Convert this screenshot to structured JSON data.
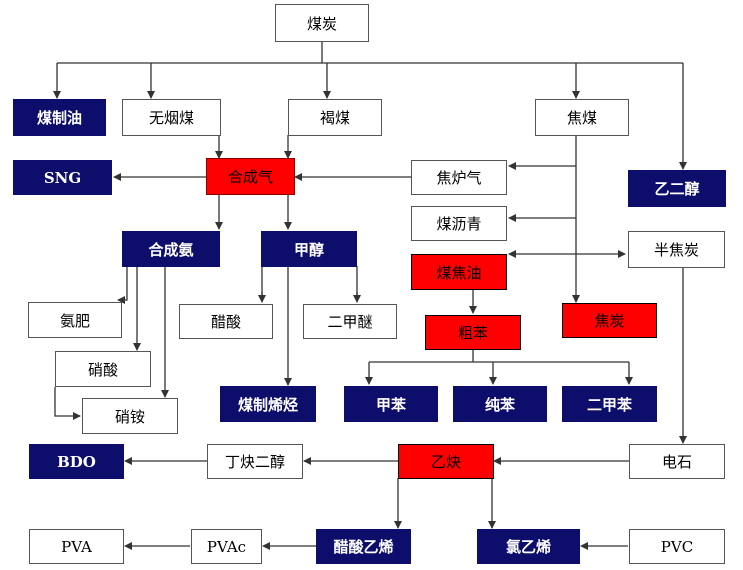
{
  "nodes": {
    "coal": "煤炭",
    "coal_to_oil": "煤制油",
    "anthracite": "无烟煤",
    "lignite": "褐煤",
    "coking_coal": "焦煤",
    "sng": "SNG",
    "syngas": "合成气",
    "coke_oven_gas": "焦炉气",
    "ethylene_glycol": "乙二醇",
    "coal_tar_pitch": "煤沥青",
    "synthetic_ammonia": "合成氨",
    "methanol": "甲醇",
    "coal_tar": "煤焦油",
    "semi_coke": "半焦炭",
    "ammonia_fertilizer": "氨肥",
    "acetic_acid": "醋酸",
    "dimethyl_ether": "二甲醚",
    "crude_benzene": "粗苯",
    "coke": "焦炭",
    "nitric_acid": "硝酸",
    "coal_to_olefin": "煤制烯烃",
    "toluene": "甲苯",
    "pure_benzene": "纯苯",
    "xylene": "二甲苯",
    "ammonium_nitrate": "硝铵",
    "bdo": "BDO",
    "butynediol": "丁炔二醇",
    "acetylene": "乙炔",
    "calcium_carbide": "电石",
    "pva": "PVA",
    "pvac": "PVAc",
    "vinyl_acetate": "醋酸乙烯",
    "vinyl_chloride": "氯乙烯",
    "pvc": "PVC"
  },
  "colors": {
    "blue": "#0d0d6b",
    "red": "#ff0000",
    "line": "#333333"
  }
}
